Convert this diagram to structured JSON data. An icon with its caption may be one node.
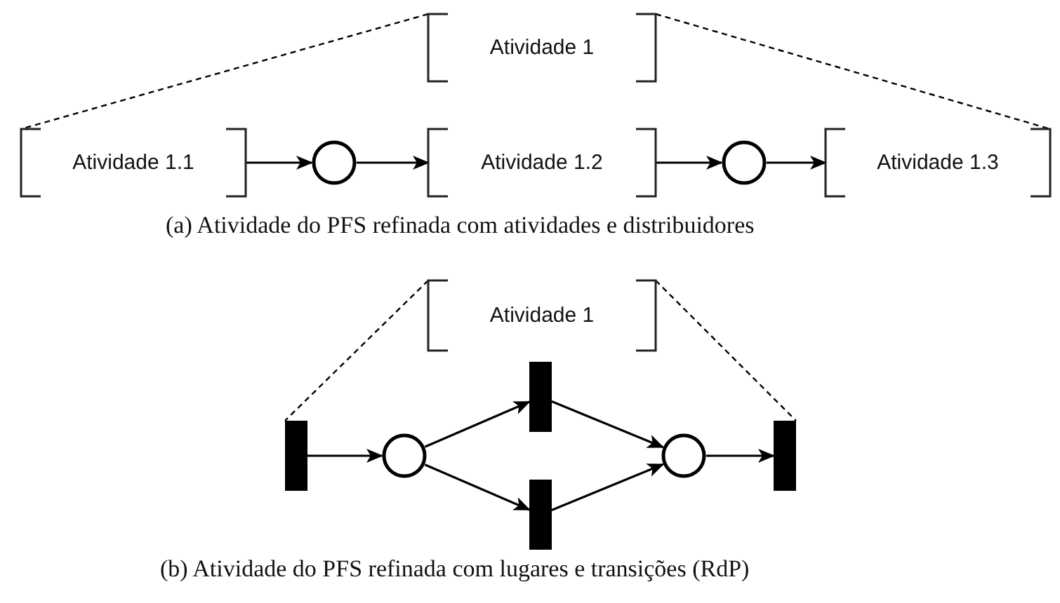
{
  "diagram": {
    "nodes": [
      {
        "text": [
          "Atividade 1"
        ]
      },
      {
        "text": [
          "Atividade 1.1"
        ]
      },
      {
        "text": [],
        "shape": "circle"
      },
      {
        "text": [
          "Atividade 1.2"
        ]
      },
      {
        "text": [],
        "shape": "circle"
      },
      {
        "text": [
          "Atividade 1.3"
        ]
      },
      {
        "text": [
          "Atividade 1"
        ]
      },
      {
        "text": [],
        "shape": "bar"
      },
      {
        "text": [],
        "shape": "circle"
      },
      {
        "text": [],
        "shape": "bar"
      },
      {
        "text": [],
        "shape": "bar"
      },
      {
        "text": [],
        "shape": "circle"
      },
      {
        "text": [],
        "shape": "bar"
      }
    ],
    "edges": [
      {
        "from": 0,
        "to": 1,
        "arrow": "none",
        "style": "dashed"
      },
      {
        "from": 0,
        "to": 5,
        "arrow": "none",
        "style": "dashed"
      },
      {
        "from": 1,
        "to": 2,
        "arrow": "to"
      },
      {
        "from": 2,
        "to": 3,
        "arrow": "to"
      },
      {
        "from": 3,
        "to": 4,
        "arrow": "to"
      },
      {
        "from": 4,
        "to": 5,
        "arrow": "to"
      },
      {
        "from": 6,
        "to": 7,
        "arrow": "none",
        "style": "dashed"
      },
      {
        "from": 6,
        "to": 12,
        "arrow": "none",
        "style": "dashed"
      },
      {
        "from": 7,
        "to": 8,
        "arrow": "to"
      },
      {
        "from": 8,
        "to": 9,
        "arrow": "to"
      },
      {
        "from": 8,
        "to": 10,
        "arrow": "to"
      },
      {
        "from": 9,
        "to": 11,
        "arrow": "to"
      },
      {
        "from": 10,
        "to": 11,
        "arrow": "to"
      },
      {
        "from": 11,
        "to": 12,
        "arrow": "to"
      }
    ],
    "labels": [
      "(a)  Atividade do PFS refinada com atividades e distribuidores",
      "(b)  Atividade do PFS refinada com lugares e transições (RdP)"
    ]
  }
}
